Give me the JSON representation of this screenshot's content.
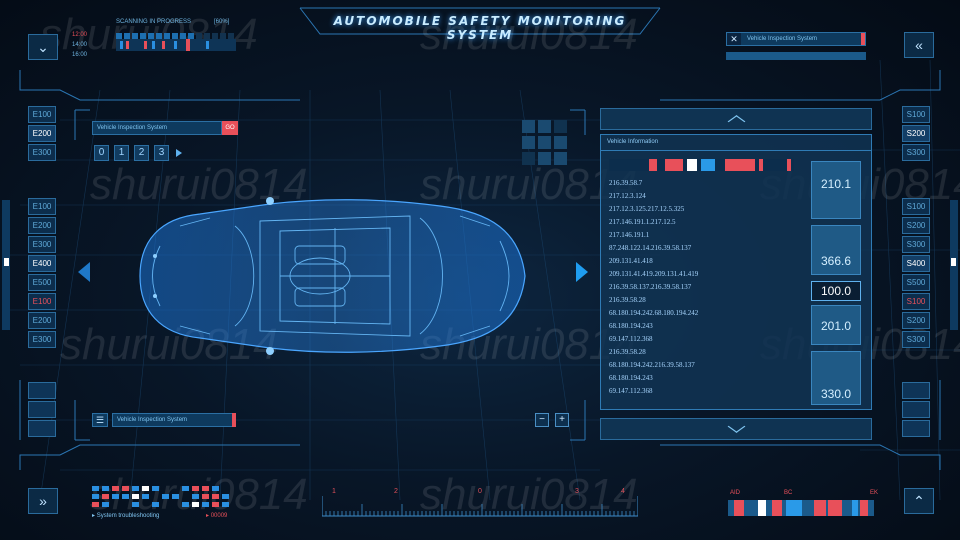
{
  "app": {
    "title": "AUTOMOBILE SAFETY MONITORING SYSTEM"
  },
  "scan": {
    "label": "SCANNING IN PROGRESS",
    "percent": "[60%]",
    "times": [
      "12:00",
      "14:00",
      "16:00"
    ]
  },
  "search_top_left": {
    "placeholder": "Vehicle Inspection System",
    "go_label": "GO"
  },
  "pager": {
    "pages": [
      "0",
      "1",
      "2",
      "3"
    ]
  },
  "top_right": {
    "search_label": "Vehicle Inspection System"
  },
  "left_gear_top": [
    "E100",
    "E200",
    "E300"
  ],
  "left_gear_mid": [
    "E100",
    "E200",
    "E300",
    "E400",
    "E500",
    "E100",
    "E200",
    "E300"
  ],
  "right_gear_top": [
    "S100",
    "S200",
    "S300"
  ],
  "right_gear_mid": [
    "S100",
    "S200",
    "S300",
    "S400",
    "S500",
    "S100",
    "S200",
    "S300"
  ],
  "bottom_left_search": {
    "label": "Vehicle Inspection System"
  },
  "info_panel": {
    "title": "Vehicle Information",
    "ips": [
      "216.39.58.7",
      "217.12.3.124",
      "217.12.3.125.217.12.5.325",
      "217.146.191.1.217.12.5",
      "217.146.191.1",
      "87.248.122.14.216.39.58.137",
      "209.131.41.418",
      "209.131.41.419.209.131.41.419",
      "216.39.58.137.216.39.58.137",
      "216.39.58.28",
      "68.180.194.242.68.180.194.242",
      "68.180.194.243",
      "69.147.112.368",
      "216.39.58.28",
      "68.180.194.242.216.39.58.137",
      "68.180.194.243",
      "69.147.112.368"
    ],
    "values": [
      "210.1",
      "366.6",
      "100.0",
      "201.0",
      "330.0"
    ]
  },
  "zoom": {
    "minus": "−",
    "plus": "+"
  },
  "bottom_left": {
    "status": "System troubleshooting",
    "code": "00009"
  },
  "ruler": {
    "labels": [
      "1",
      "2",
      "0",
      "3",
      "4"
    ]
  },
  "bottom_right": {
    "labels": [
      "AID",
      "BC",
      "EK"
    ]
  },
  "watermark": "shurui0814",
  "colors": {
    "accent": "#1f9df0",
    "alert": "#e8505a",
    "panel": "#103454"
  }
}
